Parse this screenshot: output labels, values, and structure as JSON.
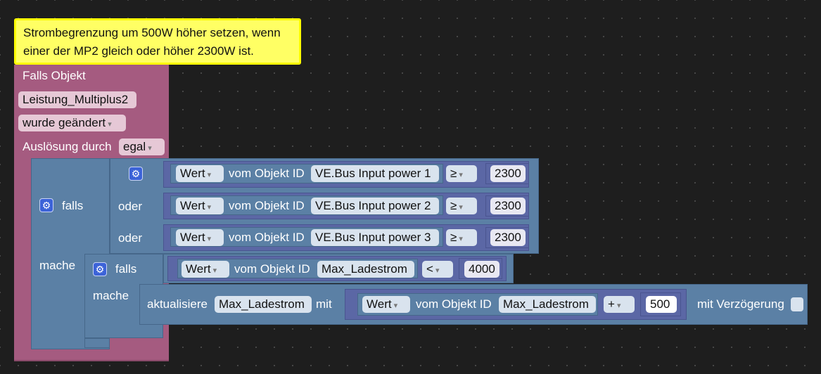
{
  "comment": {
    "line1": "Strombegrenzung um 500W höher setzen, wenn",
    "line2": "einer der MP2 gleich oder höher 2300W ist."
  },
  "trigger": {
    "title": "Falls Objekt",
    "object": "Leistung_Multiplus2",
    "change": "wurde geändert",
    "source_label": "Auslösung durch",
    "source_value": "egal"
  },
  "if1": {
    "falls": "falls",
    "mache": "mache",
    "or_label": "oder",
    "conditions": [
      {
        "value_label": "Wert",
        "from_label": "vom Objekt ID",
        "object": "VE.Bus Input power 1",
        "operator": "≥",
        "number": "2300"
      },
      {
        "value_label": "Wert",
        "from_label": "vom Objekt ID",
        "object": "VE.Bus Input power 2",
        "operator": "≥",
        "number": "2300"
      },
      {
        "value_label": "Wert",
        "from_label": "vom Objekt ID",
        "object": "VE.Bus Input power 3",
        "operator": "≥",
        "number": "2300"
      }
    ]
  },
  "if2": {
    "falls": "falls",
    "mache": "mache",
    "condition": {
      "value_label": "Wert",
      "from_label": "vom Objekt ID",
      "object": "Max_Ladestrom",
      "operator": "<",
      "number": "4000"
    }
  },
  "update": {
    "label": "aktualisiere",
    "object": "Max_Ladestrom",
    "with": "mit",
    "value_label": "Wert",
    "from_label": "vom Objekt ID",
    "source": "Max_Ladestrom",
    "operator": "+",
    "number": "500",
    "delay_label": "mit Verzögerung"
  }
}
